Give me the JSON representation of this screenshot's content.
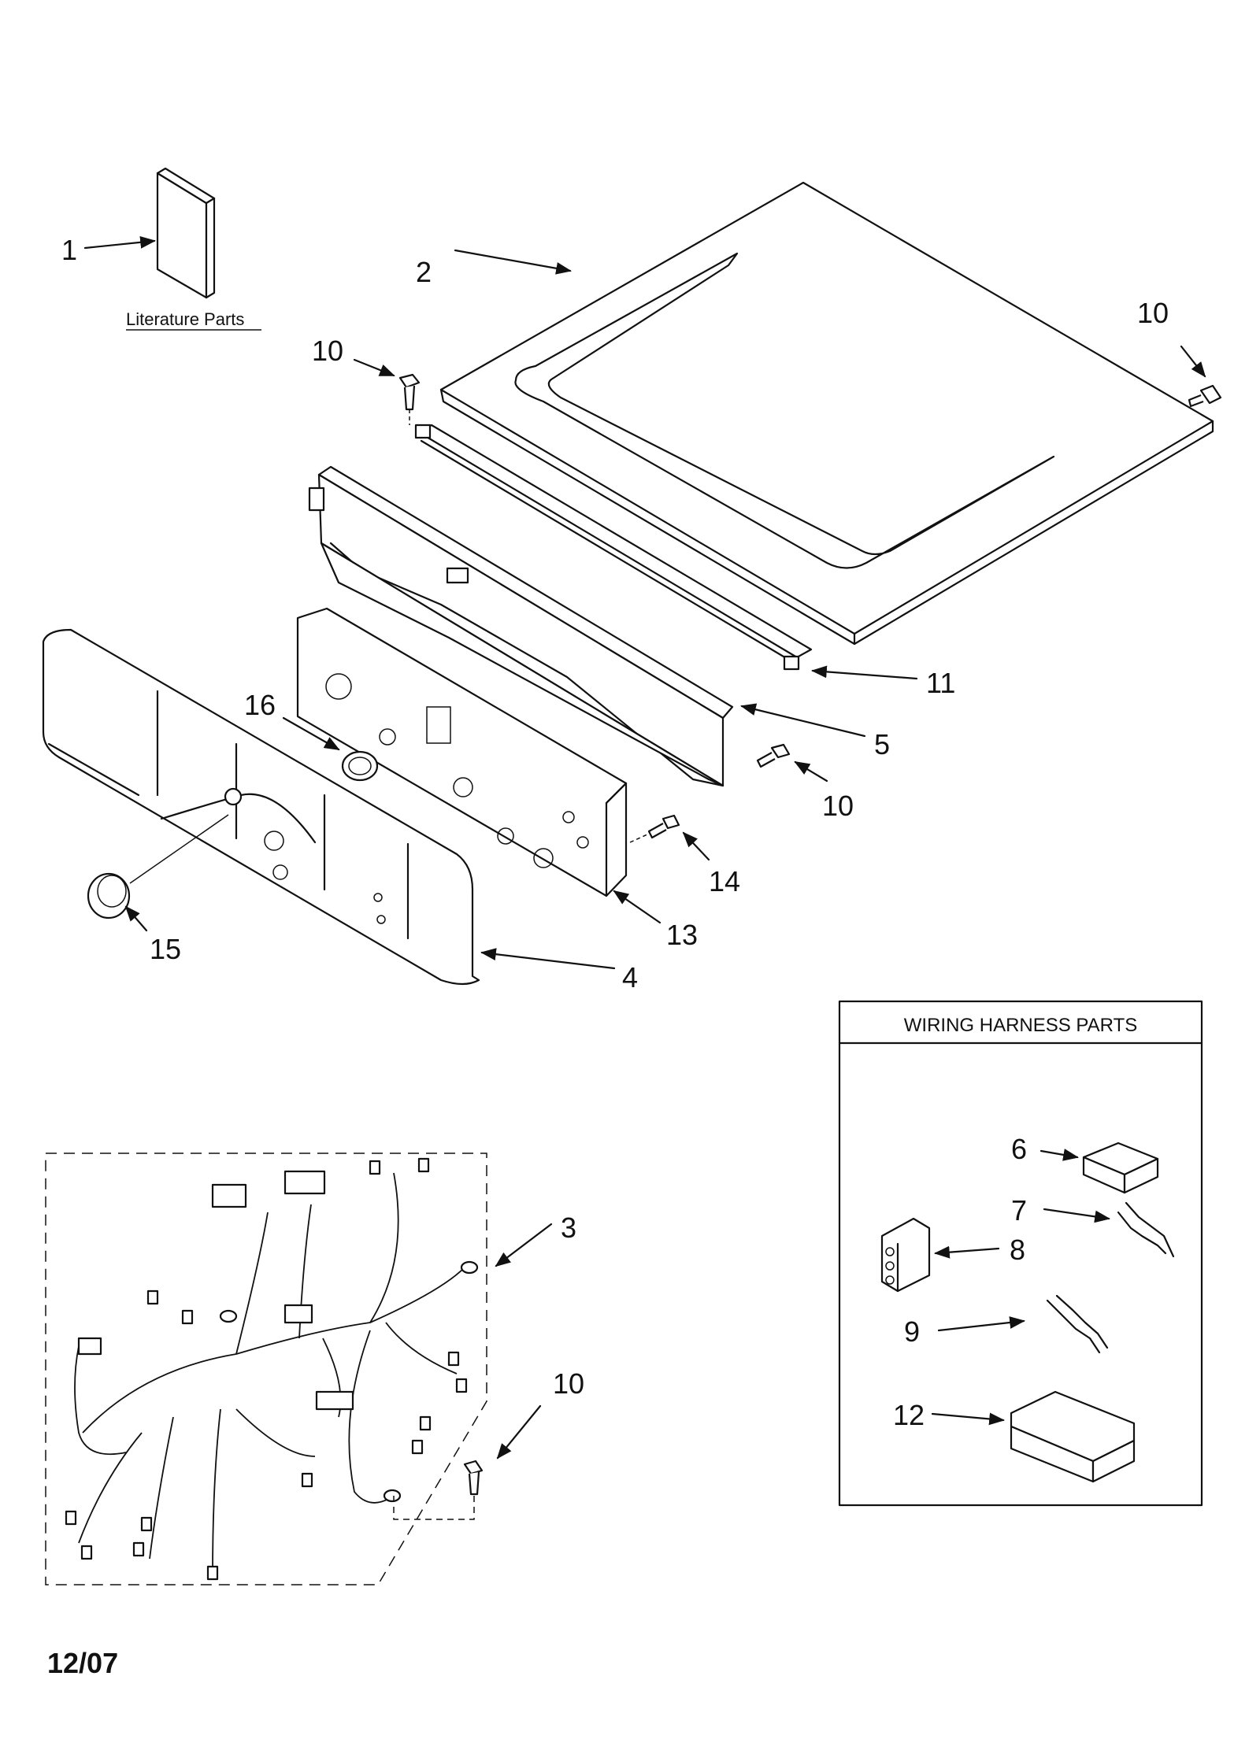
{
  "literature_label": "Literature Parts",
  "harness_box_title": "WIRING HARNESS PARTS",
  "date_code": "12/07",
  "callouts": {
    "c1": "1",
    "c2": "2",
    "c10_top_right": "10",
    "c10_top_left": "10",
    "c11": "11",
    "c16": "16",
    "c5": "5",
    "c10_mid": "10",
    "c14": "14",
    "c13": "13",
    "c15": "15",
    "c4": "4",
    "c3": "3",
    "c10_bottom": "10",
    "c6": "6",
    "c7": "7",
    "c8": "8",
    "c9": "9",
    "c12": "12"
  }
}
